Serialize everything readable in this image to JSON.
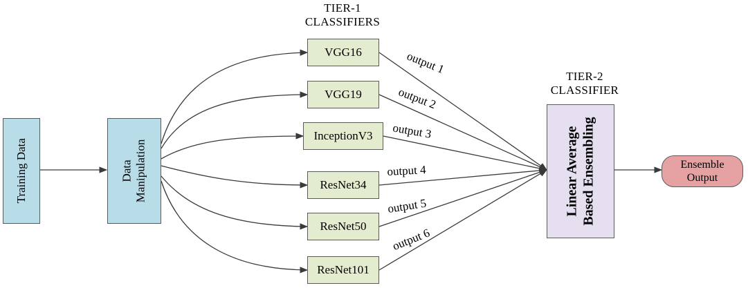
{
  "tier1": {
    "line1": "TIER-1",
    "line2": "CLASSIFIERS"
  },
  "tier2": {
    "line1": "TIER-2",
    "line2": "CLASSIFIER"
  },
  "training": {
    "label": "Training Data"
  },
  "manipulation": {
    "line1": "Data",
    "line2": "Manipulation"
  },
  "classifiers": [
    "VGG16",
    "VGG19",
    "InceptionV3",
    "ResNet34",
    "ResNet50",
    "ResNet101"
  ],
  "outputs": [
    "output 1",
    "output 2",
    "output 3",
    "output 4",
    "output 5",
    "output 6"
  ],
  "ensembler": {
    "line1": "Linear Average",
    "line2": "Based Ensembling"
  },
  "result": {
    "line1": "Ensemble",
    "line2": "Output"
  }
}
